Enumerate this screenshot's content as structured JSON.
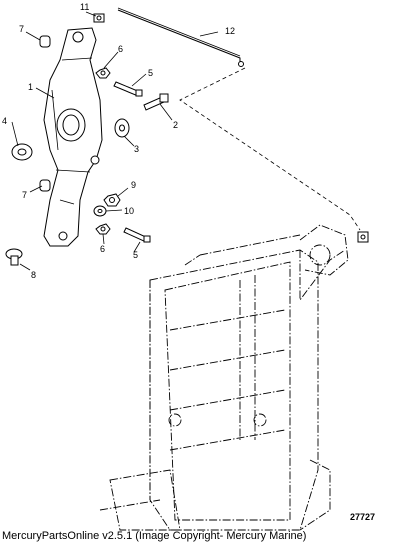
{
  "diagram": {
    "callouts": [
      {
        "id": "c11",
        "label": "11"
      },
      {
        "id": "c12",
        "label": "12"
      },
      {
        "id": "c7a",
        "label": "7"
      },
      {
        "id": "c6a",
        "label": "6"
      },
      {
        "id": "c5a",
        "label": "5"
      },
      {
        "id": "c1",
        "label": "1"
      },
      {
        "id": "c2",
        "label": "2"
      },
      {
        "id": "c4",
        "label": "4"
      },
      {
        "id": "c3",
        "label": "3"
      },
      {
        "id": "c7b",
        "label": "7"
      },
      {
        "id": "c9",
        "label": "9"
      },
      {
        "id": "c10",
        "label": "10"
      },
      {
        "id": "c6b",
        "label": "6"
      },
      {
        "id": "c5b",
        "label": "5"
      },
      {
        "id": "c8",
        "label": "8"
      }
    ],
    "figure_number": "27727"
  },
  "footer": {
    "text": "MercuryPartsOnline v2.5.1 (Image Copyright- Mercury Marine)"
  }
}
